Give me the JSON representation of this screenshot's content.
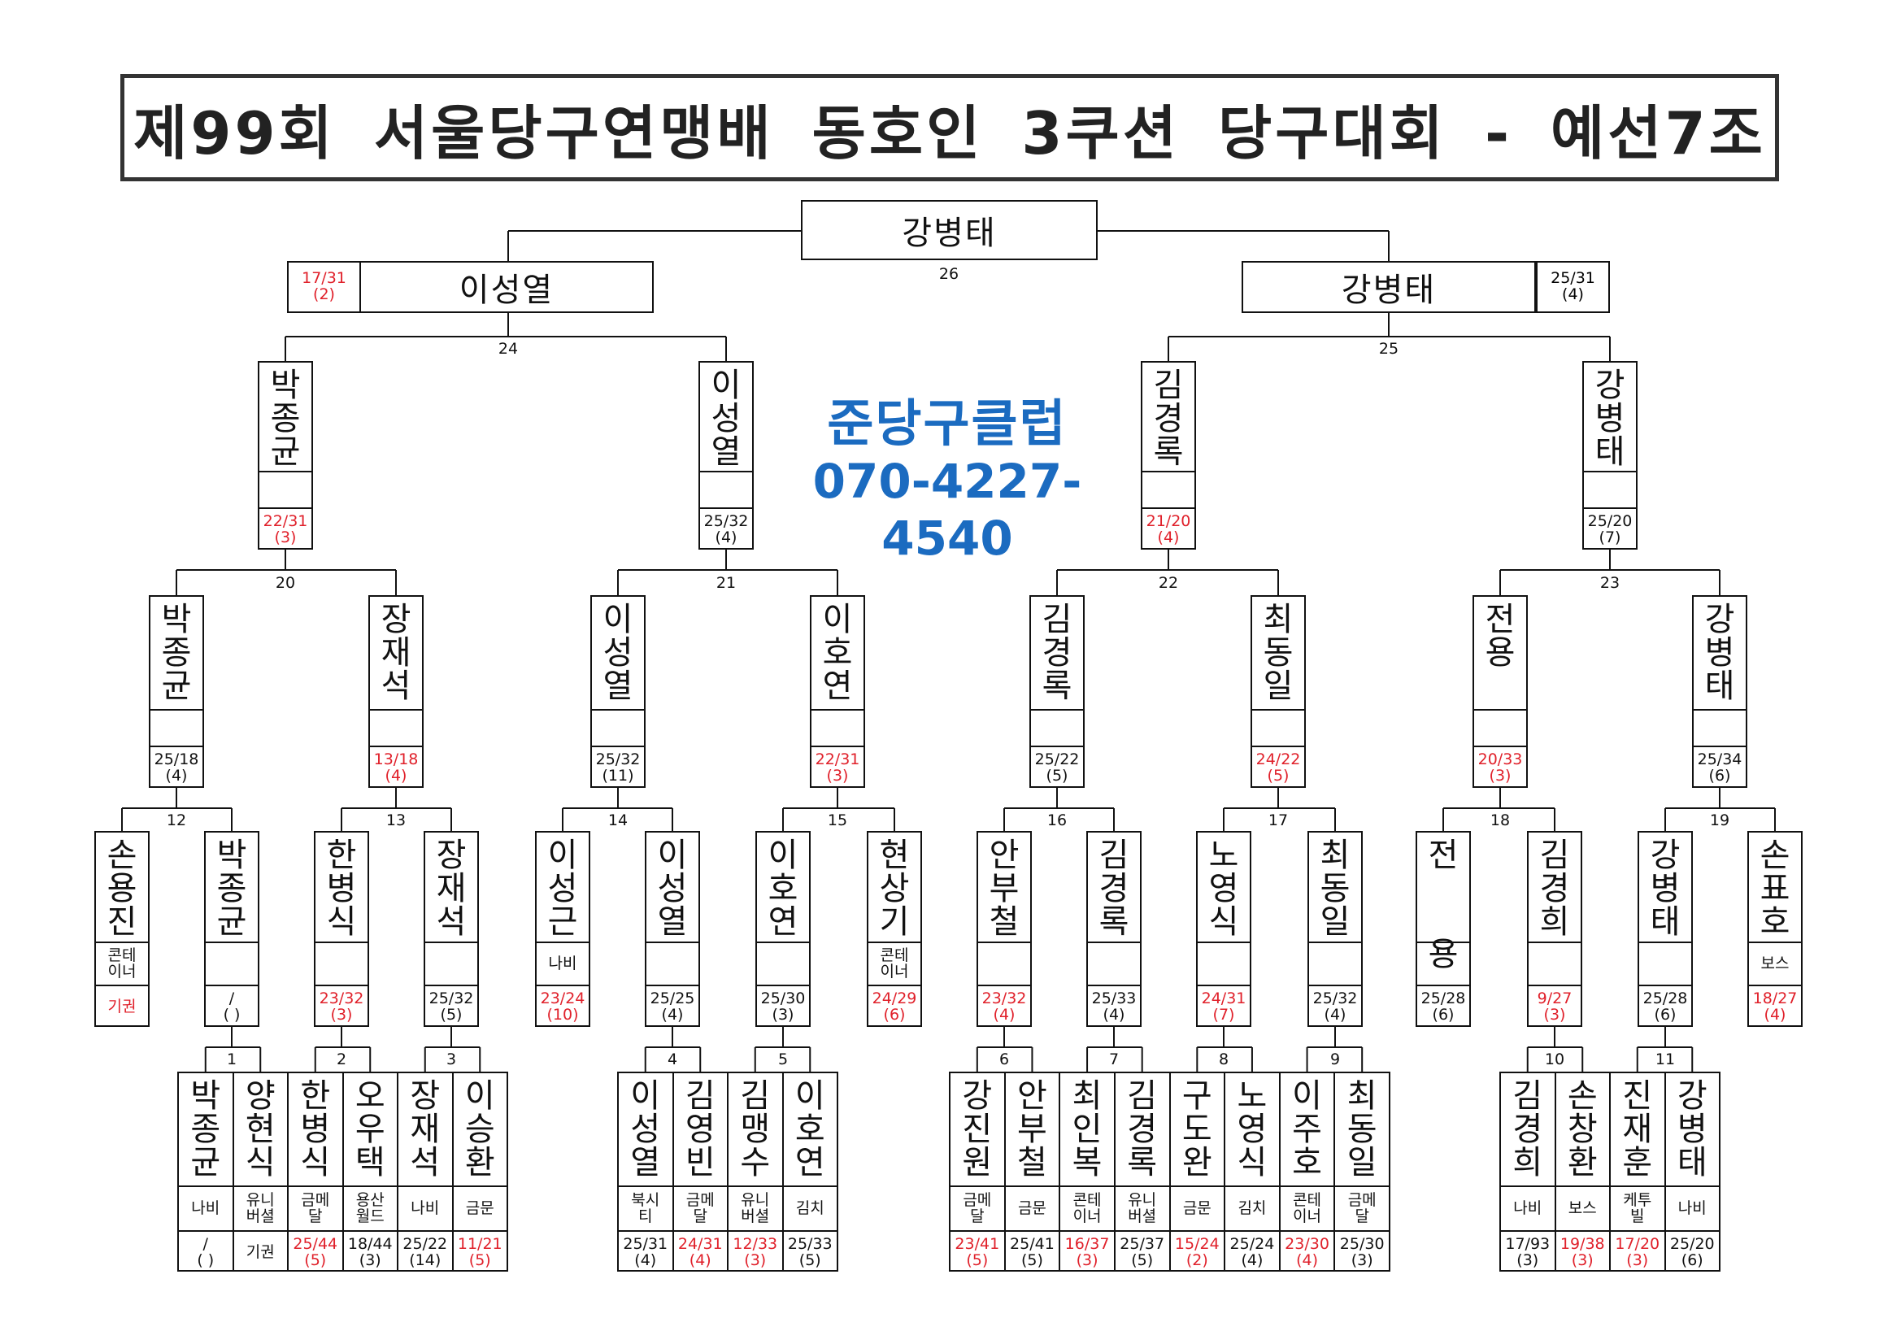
{
  "title": "제99회 서울당구연맹배 동호인 3쿠션 당구대회 - 예선7조",
  "watermark": {
    "name": "준당구클럽",
    "phone": "070-4227-4540"
  },
  "final": {
    "name": "강병태",
    "match": "26"
  },
  "semis": [
    {
      "name": "이성열",
      "score": "17/31\n(2)",
      "red": true,
      "match": "24"
    },
    {
      "name": "강병태",
      "score": "25/31\n(4)",
      "red": false,
      "match": "25"
    }
  ],
  "quarter": [
    {
      "name": "박종균",
      "score": "22/31\n(3)",
      "red": true
    },
    {
      "name": "이성열",
      "score": "25/32\n(4)",
      "red": false
    },
    {
      "name": "김경록",
      "score": "21/20\n(4)",
      "red": true
    },
    {
      "name": "강병태",
      "score": "25/20\n(7)",
      "red": false
    }
  ],
  "quarter_matches": [
    "20",
    "21",
    "22",
    "23"
  ],
  "round16": [
    {
      "name": "박종균",
      "score": "25/18\n(4)",
      "red": false
    },
    {
      "name": "장재석",
      "score": "13/18\n(4)",
      "red": true
    },
    {
      "name": "이성열",
      "score": "25/32\n(11)",
      "red": false
    },
    {
      "name": "이호연",
      "score": "22/31\n(3)",
      "red": true
    },
    {
      "name": "김경록",
      "score": "25/22\n(5)",
      "red": false
    },
    {
      "name": "최동일",
      "score": "24/22\n(5)",
      "red": true
    },
    {
      "name": "전용",
      "score": "20/33\n(3)",
      "red": true
    },
    {
      "name": "강병태",
      "score": "25/34\n(6)",
      "red": false
    }
  ],
  "round16_matches": [
    "12",
    "13",
    "14",
    "15",
    "16",
    "17",
    "18",
    "19"
  ],
  "round32": [
    {
      "name": "손용진",
      "club": "콘테\n이너",
      "score": "기권",
      "red": true
    },
    {
      "name": "박종균",
      "club": "",
      "score": "/\n( )",
      "red": false
    },
    {
      "name": "한병식",
      "club": "",
      "score": "23/32\n(3)",
      "red": true
    },
    {
      "name": "장재석",
      "club": "",
      "score": "25/32\n(5)",
      "red": false
    },
    {
      "name": "이성근",
      "club": "나비",
      "score": "23/24\n(10)",
      "red": true
    },
    {
      "name": "이성열",
      "club": "",
      "score": "25/25\n(4)",
      "red": false
    },
    {
      "name": "이호연",
      "club": "",
      "score": "25/30\n(3)",
      "red": false
    },
    {
      "name": "현상기",
      "club": "콘테\n이너",
      "score": "24/29\n(6)",
      "red": true
    },
    {
      "name": "안부철",
      "club": "",
      "score": "23/32\n(4)",
      "red": true
    },
    {
      "name": "김경록",
      "club": "",
      "score": "25/33\n(4)",
      "red": false
    },
    {
      "name": "노영식",
      "club": "",
      "score": "24/31\n(7)",
      "red": true
    },
    {
      "name": "최동일",
      "club": "",
      "score": "25/32\n(4)",
      "red": false
    },
    {
      "name": "전  용",
      "club": "",
      "score": "25/28\n(6)",
      "red": false
    },
    {
      "name": "김경희",
      "club": "",
      "score": "9/27\n(3)",
      "red": true
    },
    {
      "name": "강병태",
      "club": "",
      "score": "25/28\n(6)",
      "red": false
    },
    {
      "name": "손표호",
      "club": "보스",
      "score": "18/27\n(4)",
      "red": true
    }
  ],
  "round32_matches": [
    "1",
    "2",
    "3",
    "4",
    "5",
    "6",
    "7",
    "8",
    "9",
    "10",
    "11"
  ],
  "round64_groups": [
    [
      {
        "name": "박종균",
        "club": "나비",
        "score": "/\n( )",
        "red": false
      },
      {
        "name": "양현식",
        "club": "유니\n버셜",
        "score": "기권",
        "red": false
      },
      {
        "name": "한병식",
        "club": "금메\n달",
        "score": "25/44\n(5)",
        "red": true
      },
      {
        "name": "오우택",
        "club": "용산\n월드",
        "score": "18/44\n(3)",
        "red": false
      },
      {
        "name": "장재석",
        "club": "나비",
        "score": "25/22\n(14)",
        "red": false
      },
      {
        "name": "이승환",
        "club": "금문",
        "score": "11/21\n(5)",
        "red": true
      }
    ],
    [
      {
        "name": "이성열",
        "club": "북시\n티",
        "score": "25/31\n(4)",
        "red": false
      },
      {
        "name": "김영빈",
        "club": "금메\n달",
        "score": "24/31\n(4)",
        "red": true
      },
      {
        "name": "김맹수",
        "club": "유니\n버셜",
        "score": "12/33\n(3)",
        "red": true
      },
      {
        "name": "이호연",
        "club": "김치",
        "score": "25/33\n(5)",
        "red": false
      }
    ],
    [
      {
        "name": "강진원",
        "club": "금메\n달",
        "score": "23/41\n(5)",
        "red": true
      },
      {
        "name": "안부철",
        "club": "금문",
        "score": "25/41\n(5)",
        "red": false
      },
      {
        "name": "최인복",
        "club": "콘테\n이너",
        "score": "16/37\n(3)",
        "red": true
      },
      {
        "name": "김경록",
        "club": "유니\n버셜",
        "score": "25/37\n(5)",
        "red": false
      },
      {
        "name": "구도완",
        "club": "금문",
        "score": "15/24\n(2)",
        "red": true
      },
      {
        "name": "노영식",
        "club": "김치",
        "score": "25/24\n(4)",
        "red": false
      },
      {
        "name": "이주호",
        "club": "콘테\n이너",
        "score": "23/30\n(4)",
        "red": true
      },
      {
        "name": "최동일",
        "club": "금메\n달",
        "score": "25/30\n(3)",
        "red": false
      }
    ],
    [
      {
        "name": "김경희",
        "club": "나비",
        "score": "17/93\n(3)",
        "red": false
      },
      {
        "name": "손창환",
        "club": "보스",
        "score": "19/38\n(3)",
        "red": true
      },
      {
        "name": "진재훈",
        "club": "케투\n빌",
        "score": "17/20\n(3)",
        "red": true
      },
      {
        "name": "강병태",
        "club": "나비",
        "score": "25/20\n(6)",
        "red": false
      }
    ]
  ]
}
